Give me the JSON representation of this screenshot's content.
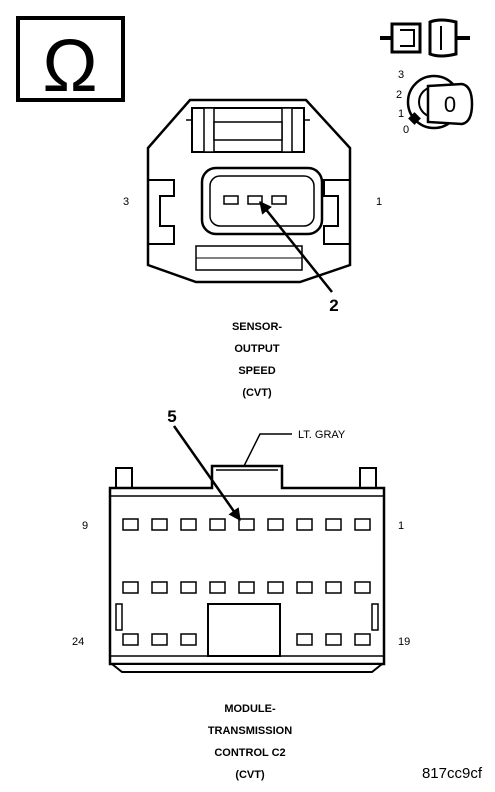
{
  "ohm_symbol": "Ω",
  "ignition": {
    "positions": [
      "3",
      "2",
      "1",
      "0"
    ],
    "key_label": "0"
  },
  "sensor": {
    "caption_lines": [
      "SENSOR-",
      "OUTPUT",
      "SPEED",
      "(CVT)"
    ],
    "left_pin": "3",
    "right_pin": "1",
    "callout": "2"
  },
  "module": {
    "color_label": "LT. GRAY",
    "callout": "5",
    "pin_top_left": "9",
    "pin_top_right": "1",
    "pin_bottom_left": "24",
    "pin_bottom_right": "19",
    "caption_lines": [
      "MODULE-",
      "TRANSMISSION",
      "CONTROL C2",
      "(CVT)"
    ]
  },
  "figure_ref": "817cc9cf"
}
